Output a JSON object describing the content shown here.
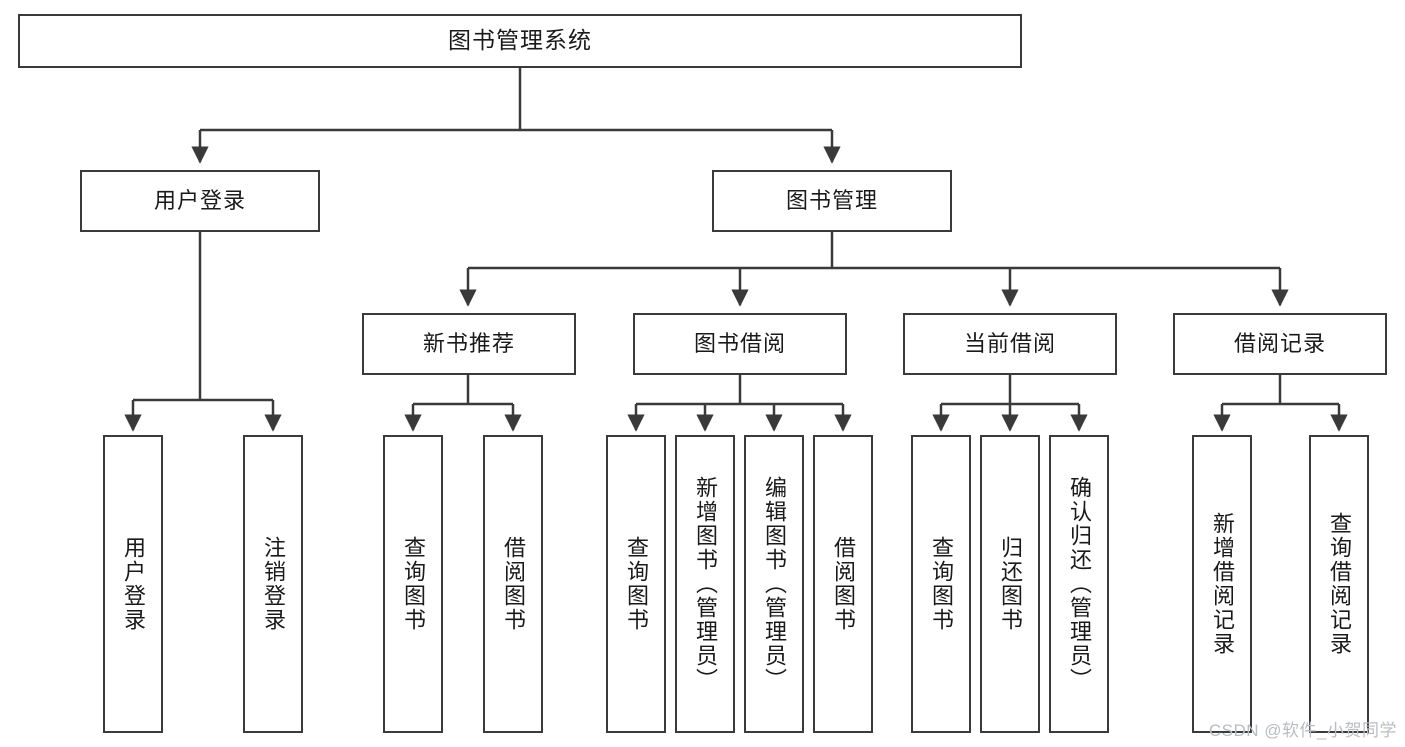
{
  "diagram": {
    "title": "图书管理系统",
    "watermark": "CSDN @软件_小贺同学",
    "line_color": "#3a3a3a",
    "box_fill": "#ffffff",
    "text_color": "#1a1a1a",
    "watermark_color": "#b9bcc2",
    "levels": {
      "root": "图书管理系统",
      "level2": [
        "用户登录",
        "图书管理"
      ],
      "level3": [
        "新书推荐",
        "图书借阅",
        "当前借阅",
        "借阅记录"
      ]
    },
    "nodes": {
      "root": {
        "label": "图书管理系统"
      },
      "user_login": {
        "label": "用户登录"
      },
      "book_manage": {
        "label": "图书管理"
      },
      "new_book_rec": {
        "label": "新书推荐"
      },
      "book_borrow": {
        "label": "图书借阅"
      },
      "current_borrow": {
        "label": "当前借阅"
      },
      "borrow_record": {
        "label": "借阅记录"
      },
      "leaf_user_login": {
        "label": "用户登录"
      },
      "leaf_logout": {
        "label": "注销登录"
      },
      "leaf_query_book_a": {
        "label": "查询图书"
      },
      "leaf_borrow_book_a": {
        "label": "借阅图书"
      },
      "leaf_query_book_b": {
        "label": "查询图书"
      },
      "leaf_add_book_admin": {
        "label": "新增图书（管理员）"
      },
      "leaf_edit_book_admin": {
        "label": "编辑图书（管理员）"
      },
      "leaf_borrow_book_b": {
        "label": "借阅图书"
      },
      "leaf_query_book_c": {
        "label": "查询图书"
      },
      "leaf_return_book": {
        "label": "归还图书"
      },
      "leaf_confirm_return_admin": {
        "label": "确认归还（管理员）"
      },
      "leaf_add_record": {
        "label": "新增借阅记录"
      },
      "leaf_query_record": {
        "label": "查询借阅记录"
      }
    }
  }
}
